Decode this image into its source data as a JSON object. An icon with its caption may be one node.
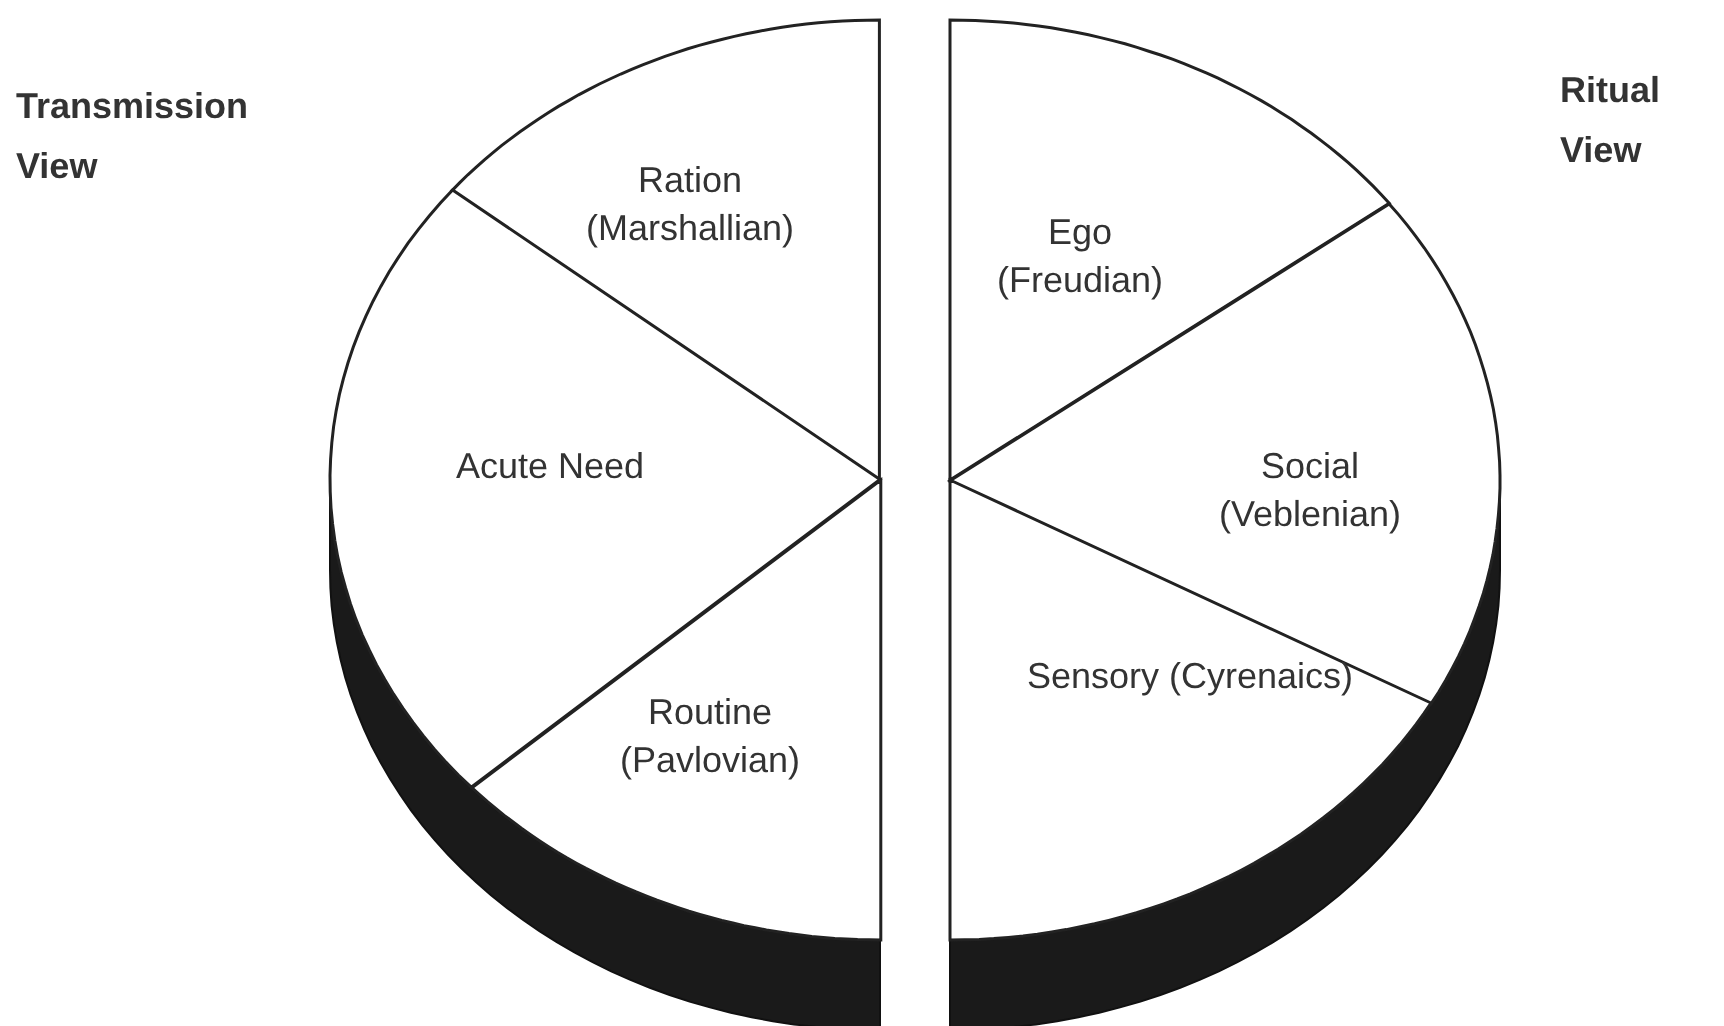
{
  "diagram": {
    "nodes": [
      {
        "text": [
          "Ration (Marshallian)"
        ]
      },
      {
        "text": [
          "Acute Need"
        ]
      },
      {
        "text": [
          "Routine (Pavlovian)"
        ]
      },
      {
        "text": [
          "Ego (Freudian)"
        ]
      },
      {
        "text": [
          "Social (Veblenian)"
        ]
      },
      {
        "text": [
          "Sensory (Cyrenaics)"
        ]
      }
    ],
    "labels": [
      "Transmission View",
      "Ritual View"
    ]
  }
}
